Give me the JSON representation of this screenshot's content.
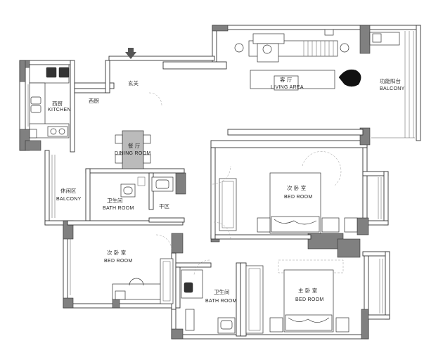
{
  "rooms": {
    "living": {
      "cn": "客 厅",
      "en": "LIVING  AREA"
    },
    "function_balcony": {
      "cn": "功能阳台",
      "en": "BALCONY"
    },
    "foyer": {
      "cn": "玄关"
    },
    "kitchen": {
      "cn": "西厨",
      "en": "KITCHEN"
    },
    "western_kitchen": {
      "cn": "西厨"
    },
    "dining": {
      "cn": "餐 厅",
      "en": "DINING ROOM"
    },
    "leisure_balcony": {
      "cn": "休闲区",
      "en": "BALCONY"
    },
    "bath_1": {
      "cn": "卫生间",
      "en": "BATH ROOM"
    },
    "dry_area": {
      "cn": "干区"
    },
    "bedroom_2": {
      "cn": "次 卧 室",
      "en": "BED    ROOM"
    },
    "bedroom_3": {
      "cn": "次 卧 室",
      "en": "BED    ROOM"
    },
    "bath_2": {
      "cn": "卫生间",
      "en": "BATH  ROOM"
    },
    "master": {
      "cn": "主 卧 室",
      "en": "BED    ROOM"
    }
  },
  "icons": {
    "entry": "entry-arrow-icon"
  },
  "colors": {
    "wall": "#808080",
    "line": "#333333",
    "background": "#ffffff"
  }
}
